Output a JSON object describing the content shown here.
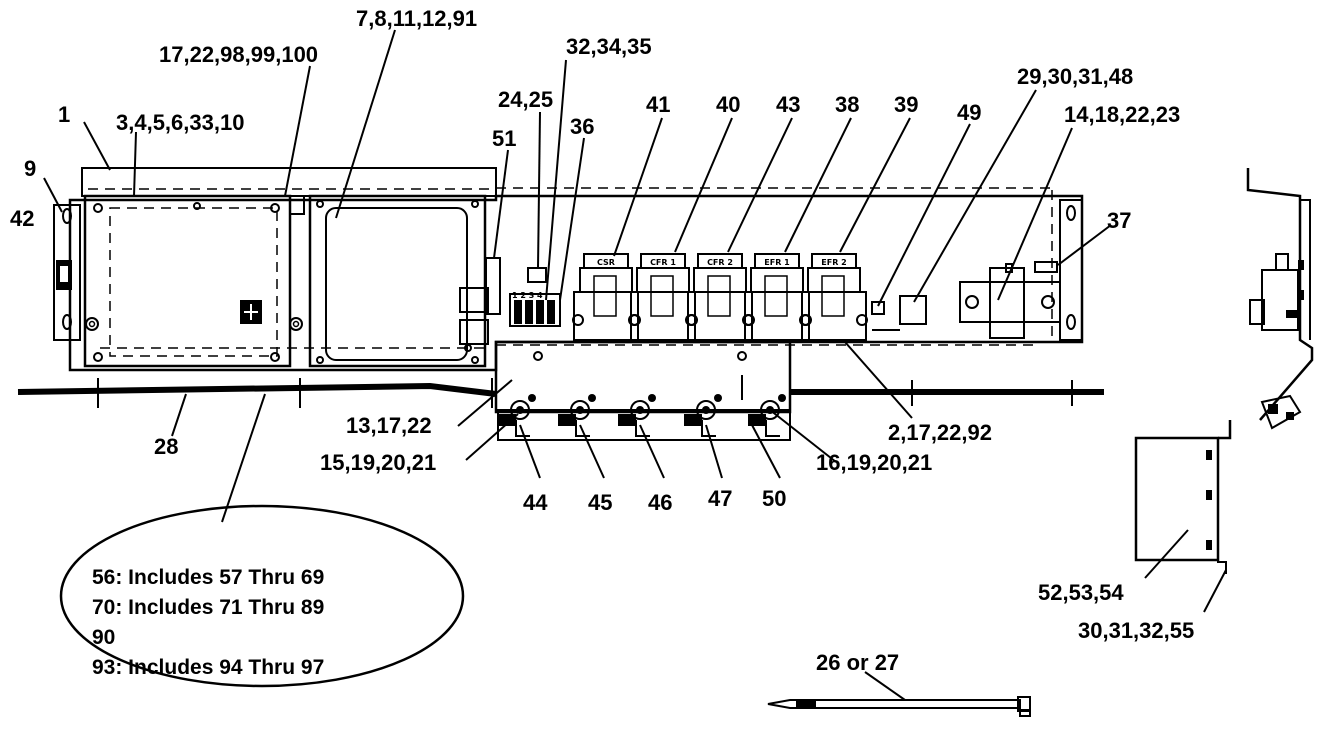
{
  "callouts": {
    "c1": "1",
    "c9": "9",
    "c42": "42",
    "c3_4_5": "3,4,5,6,33,10",
    "c17_22_98": "17,22,98,99,100",
    "c7_8": "7,8,11,12,91",
    "c32_34": "32,34,35",
    "c24_25": "24,25",
    "c51": "51",
    "c36": "36",
    "c41": "41",
    "c40": "40",
    "c43": "43",
    "c38": "38",
    "c39": "39",
    "c49": "49",
    "c29_30": "29,30,31,48",
    "c14_18": "14,18,22,23",
    "c37": "37",
    "c28": "28",
    "c13_17": "13,17,22",
    "c15_19": "15,19,20,21",
    "c2_17": "2,17,22,92",
    "c16_19": "16,19,20,21",
    "c44": "44",
    "c45": "45",
    "c46": "46",
    "c47": "47",
    "c50": "50",
    "c52_53": "52,53,54",
    "c30_31": "30,31,32,55",
    "c26_27": "26 or 27"
  },
  "note": {
    "line1": "56: Includes 57 Thru 69",
    "line2": "70: Includes 71 Thru 89",
    "line3": "90",
    "line4": "93: Includes 94 Thru 97"
  },
  "relay_labels": [
    "CSR",
    "CFR 1",
    "CFR 2",
    "EFR 1",
    "EFR 2"
  ],
  "terminal_label": "1 2 3 4",
  "colors": {
    "ink": "#000000",
    "paper": "#ffffff"
  }
}
